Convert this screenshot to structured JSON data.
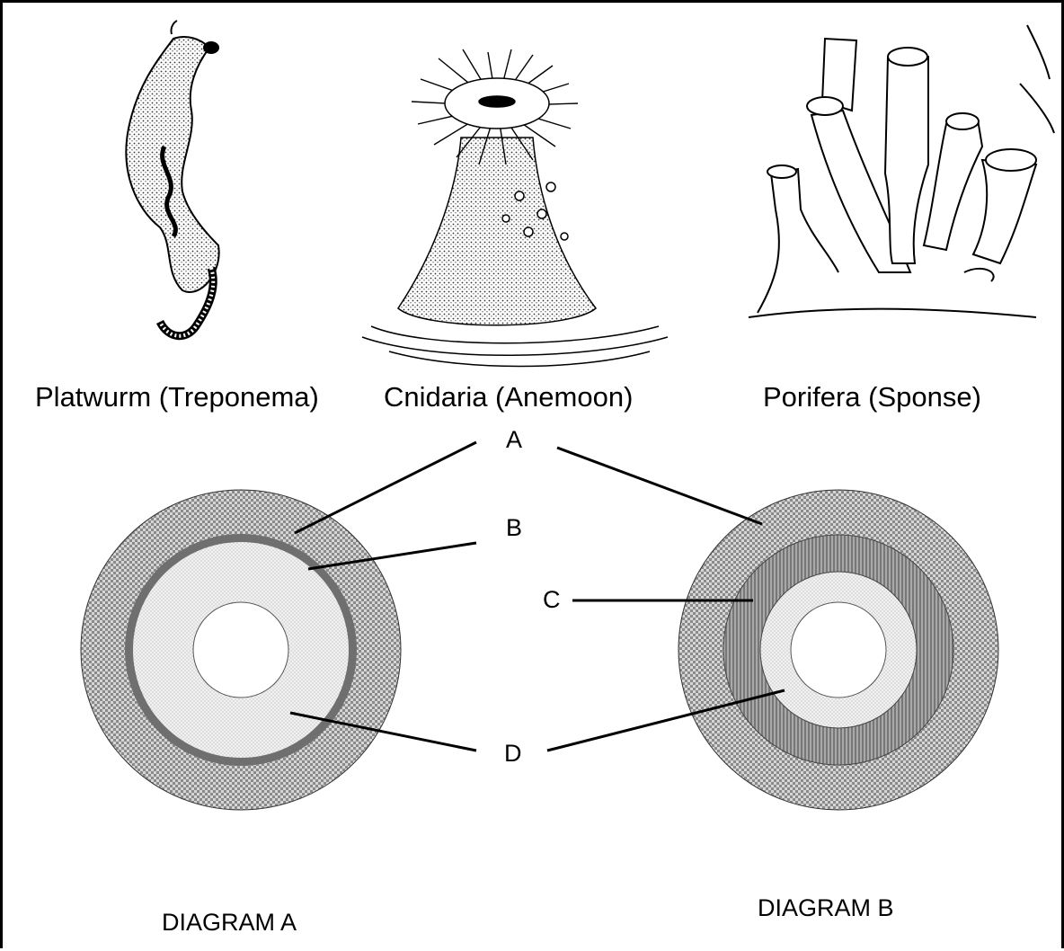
{
  "organisms": [
    {
      "caption": "Platwurm (Treponema)",
      "icon": "flatworm-illustration"
    },
    {
      "caption": "Cnidaria (Anemoon)",
      "icon": "sea-anemone-illustration"
    },
    {
      "caption": "Porifera (Sponse)",
      "icon": "sponge-illustration"
    }
  ],
  "labels": {
    "a": "A",
    "b": "B",
    "c": "C",
    "d": "D"
  },
  "diagrams": {
    "left_title": "DIAGRAM A",
    "right_title": "DIAGRAM B"
  },
  "colors": {
    "layer_a": "#b5b5b5",
    "layer_b": "#6f6f6f",
    "layer_c": "#8c8c8c",
    "layer_d": "#e9e9e9",
    "line": "#000000"
  }
}
